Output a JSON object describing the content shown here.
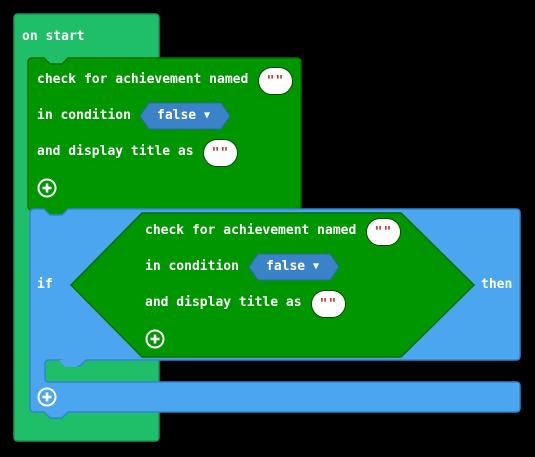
{
  "on_start": {
    "label": "on start"
  },
  "achievement_block_1": {
    "line1": "check for achievement named",
    "line2": "in condition",
    "line3": "and display title as",
    "name_value": "\"\"",
    "title_value": "\"\"",
    "condition": {
      "selected": "false"
    }
  },
  "if_block": {
    "if_label": "if",
    "then_label": "then",
    "condition_block": {
      "line1": "check for achievement named",
      "line2": "in condition",
      "line3": "and display title as",
      "name_value": "\"\"",
      "title_value": "\"\"",
      "condition": {
        "selected": "false"
      }
    }
  },
  "icons": {
    "add": "plus-circle-icon",
    "dropdown": "caret-down-icon"
  },
  "colors": {
    "on_start": "#1fbf6a",
    "achievement": "#009600",
    "logic_if": "#4ca6ef",
    "dropdown": "#3b83c9",
    "background": "#000000"
  }
}
